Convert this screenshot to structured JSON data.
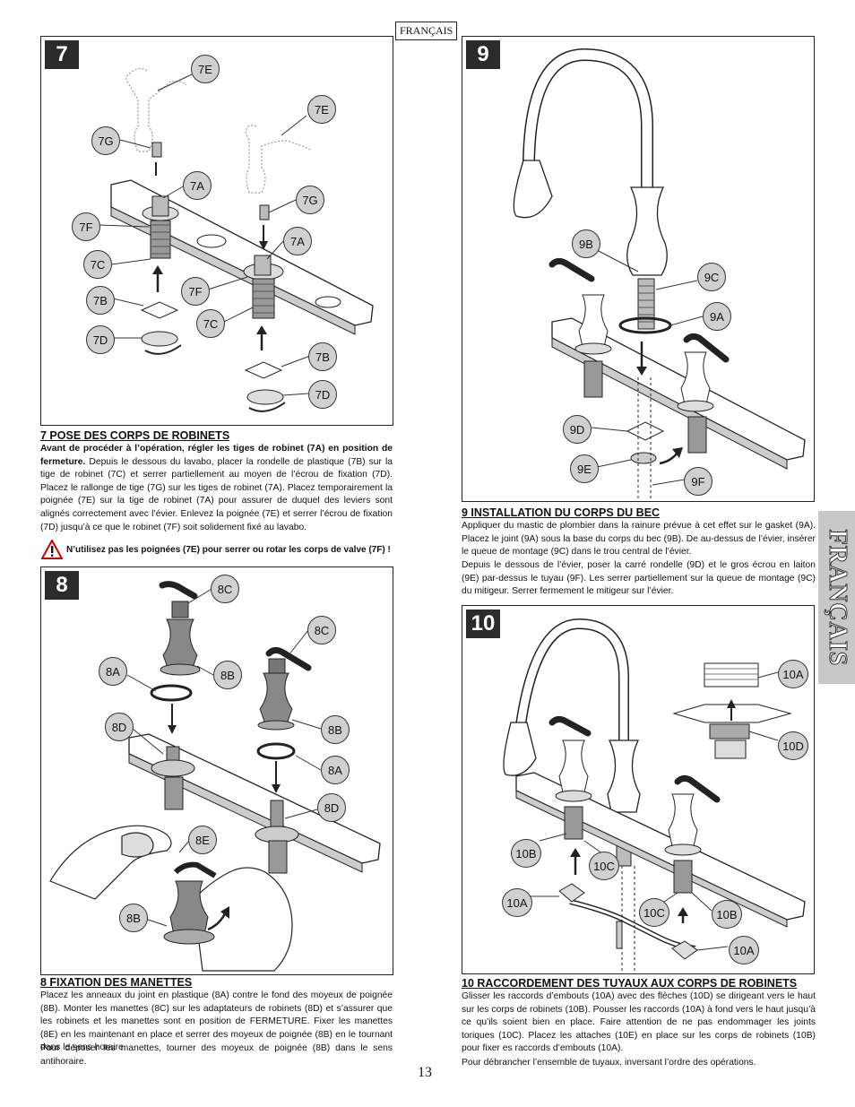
{
  "header": {
    "language_tag": "FRANÇAIS"
  },
  "side_tab": {
    "label": "FRANÇAIS"
  },
  "page_number": "13",
  "step7": {
    "number": "7",
    "callouts": [
      "7E",
      "7E",
      "7G",
      "7A",
      "7G",
      "7F",
      "7A",
      "7C",
      "7F",
      "7B",
      "7C",
      "7D",
      "7B",
      "7D"
    ],
    "title": "7  POSE DES CORPS DE ROBINETS",
    "body_bold": "Avant de procéder à l’opération, régler les tiges de robinet (7A) en position de fermeture.",
    "body": "Depuis le dessous du lavabo, placer la rondelle de plastique (7B) sur la tige de robinet (7C) et serrer partiellement  au moyen de l’écrou de fixation (7D). Placez le rallonge de tige (7G) sur les tiges de robinet (7A). Placez temporairement la poignée (7E) sur la tige de robinet (7A) pour assurer de duquel des leviers sont alignés correctement avec l’évier. Enlevez la poignée (7E) et serrer l’écrou de fixation (7D) jusqu’à ce que le robinet (7F) soit solidement fixé au lavabo.",
    "warning": "N’utilisez pas les poignées (7E) pour serrer ou rotar les corps de valve (7F) !"
  },
  "step8": {
    "number": "8",
    "callouts": [
      "8C",
      "8C",
      "8A",
      "8B",
      "8B",
      "8D",
      "8A",
      "8D",
      "8E",
      "8B"
    ],
    "title": "8  FIXATION DES MANETTES",
    "body": "Placez les anneaux du joint en plastique (8A) contre le fond des moyeux de poignée (8B). Monter les manettes (8C) sur les adaptateurs de robinets (8D) et s’assurer que les robinets et les manettes sont en position de FERMETURE. Fixer les manettes (8E) en les maintenant en place et serrer des moyeux de poignée (8B) en le tournant dans le sens horaire.",
    "body2": "Pour déposer les manettes, tourner des moyeux de poignée (8B) dans le sens antihoraire."
  },
  "step9": {
    "number": "9",
    "callouts": [
      "9B",
      "9C",
      "9A",
      "9D",
      "9E",
      "9F"
    ],
    "title": "9  INSTALLATION DU CORPS DU BEC",
    "body": "Appliquer du mastic de plombier dans la rainure prévue à cet effet sur le gasket (9A). Placez le joint (9A) sous la base du corps du bec (9B). De au-dessus de l’évier, insérer le queue de montage (9C) dans le trou central de l’évier.",
    "body2": "Depuis le dessous de l’évier, poser la carré rondelle (9D) et le gros écrou en laiton (9E) par-dessus le tuyau (9F). Les serrer partiellement sur la queue de montage (9C) du mitigeur. Serrer fermement le mitigeur sur l’évier."
  },
  "step10": {
    "number": "10",
    "callouts": [
      "10A",
      "10D",
      "10B",
      "10C",
      "10A",
      "10C",
      "10B",
      "10A"
    ],
    "title": "10  RACCORDEMENT DES TUYAUX AUX CORPS DE ROBINETS",
    "body": "Glisser les raccords d’embouts (10A) avec des flèches (10D) se dirigeant vers le haut sur les corps de robinets (10B). Pousser les raccords (10A) à fond vers le haut jusqu’à ce qu’ils soient bien en place. Faire attention de ne pas endommager les joints toriques (10C). Placez les attaches (10E) en place sur les corps de robinets (10B) pour fixer es raccords d’embouts (10A).",
    "body2": "Pour débrancher l’ensemble de tuyaux, inversant l’ordre des opérations."
  }
}
